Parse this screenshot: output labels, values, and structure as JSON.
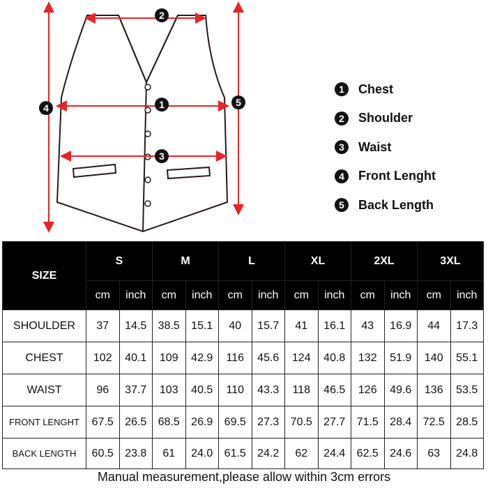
{
  "diagram": {
    "markers": [
      "1",
      "2",
      "3",
      "4",
      "5"
    ],
    "colors": {
      "arrow": "#e8232a",
      "garment": "#2a1a1a",
      "badge": "#111111"
    }
  },
  "legend": [
    {
      "num": "1",
      "label": "Chest"
    },
    {
      "num": "2",
      "label": "Shoulder"
    },
    {
      "num": "3",
      "label": "Waist"
    },
    {
      "num": "4",
      "label": "Front Lenght"
    },
    {
      "num": "5",
      "label": "Back Length"
    }
  ],
  "table": {
    "size_header": "SIZE",
    "sizes": [
      "S",
      "M",
      "L",
      "XL",
      "2XL",
      "3XL"
    ],
    "unit_cm": "cm",
    "unit_inch": "inch",
    "rows": [
      {
        "label": "SHOULDER",
        "values": [
          "37",
          "14.5",
          "38.5",
          "15.1",
          "40",
          "15.7",
          "41",
          "16.1",
          "43",
          "16.9",
          "44",
          "17.3"
        ]
      },
      {
        "label": "CHEST",
        "values": [
          "102",
          "40.1",
          "109",
          "42.9",
          "116",
          "45.6",
          "124",
          "40.8",
          "132",
          "51.9",
          "140",
          "55.1"
        ]
      },
      {
        "label": "WAIST",
        "values": [
          "96",
          "37.7",
          "103",
          "40.5",
          "110",
          "43.3",
          "118",
          "46.5",
          "126",
          "49.6",
          "136",
          "53.5"
        ]
      },
      {
        "label": "FRONT LENGHT",
        "values": [
          "67.5",
          "26.5",
          "68.5",
          "26.9",
          "69.5",
          "27.3",
          "70.5",
          "27.7",
          "71.5",
          "28.4",
          "72.5",
          "28.5"
        ]
      },
      {
        "label": "BACK LENGTH",
        "values": [
          "60.5",
          "23.8",
          "61",
          "24.0",
          "61.5",
          "24.2",
          "62",
          "24.4",
          "62.5",
          "24.6",
          "63",
          "24.8"
        ]
      }
    ]
  },
  "footer": "Manual measurement,please allow within 3cm errors"
}
